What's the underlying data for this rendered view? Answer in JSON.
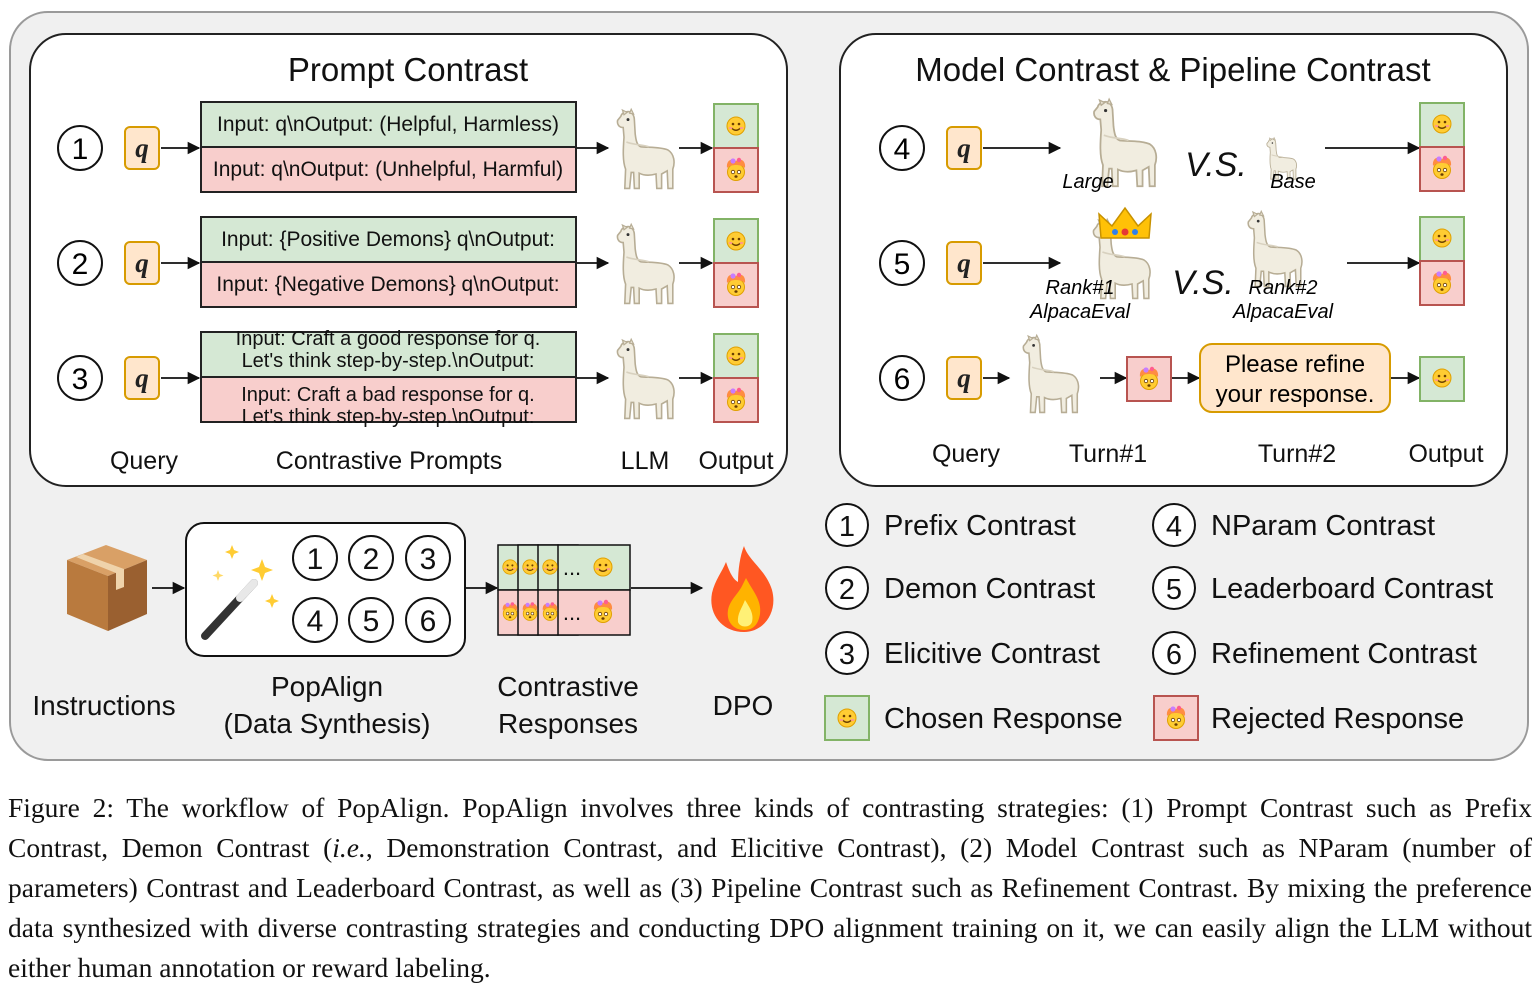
{
  "colors": {
    "figure_bg": "#f0f0f0",
    "panel_bg": "#ffffff",
    "chosen_bg": "#d5e8d4",
    "chosen_border": "#82b366",
    "rejected_bg": "#f8cecc",
    "rejected_border": "#b85450",
    "query_bg": "#ffe6cc",
    "query_border": "#d79b00"
  },
  "icons": {
    "llm": "llama-icon",
    "chosen": "smiling-face-icon",
    "rejected": "exploding-head-icon",
    "instructions": "package-icon",
    "popalign": "magic-wand-icon",
    "dpo": "fire-icon",
    "rank1": "crown-icon"
  },
  "prompt_contrast": {
    "title": "Prompt Contrast",
    "rows": [
      {
        "num": "1",
        "query": "q",
        "pos": [
          "Input: q\\nOutput: (Helpful, Harmless)"
        ],
        "neg": [
          "Input: q\\nOutput: (Unhelpful, Harmful)"
        ]
      },
      {
        "num": "2",
        "query": "q",
        "pos": [
          "Input: {Positive Demons} q\\nOutput:"
        ],
        "neg": [
          "Input: {Negative Demons} q\\nOutput:"
        ]
      },
      {
        "num": "3",
        "query": "q",
        "pos": [
          "Input: Craft a good response for q.",
          "Let's think step-by-step.\\nOutput:"
        ],
        "neg": [
          "Input: Craft a bad response for q.",
          "Let's think step-by-step.\\nOutput:"
        ]
      }
    ],
    "labels": {
      "query": "Query",
      "prompts": "Contrastive Prompts",
      "llm": "LLM",
      "output": "Output"
    }
  },
  "model_contrast": {
    "title": "Model Contrast & Pipeline Contrast",
    "vs": "V.S.",
    "row4": {
      "num": "4",
      "query": "q",
      "left": "Large",
      "right": "Base"
    },
    "row5": {
      "num": "5",
      "query": "q",
      "left": [
        "Rank#1",
        "AlpacaEval"
      ],
      "right": [
        "Rank#2",
        "AlpacaEval"
      ]
    },
    "row6": {
      "num": "6",
      "query": "q",
      "refine": [
        "Please refine",
        "your response."
      ]
    },
    "labels": {
      "query": "Query",
      "turn1": "Turn#1",
      "turn2": "Turn#2",
      "output": "Output"
    }
  },
  "legend": [
    {
      "num": "1",
      "label": "Prefix Contrast"
    },
    {
      "num": "4",
      "label": "NParam Contrast"
    },
    {
      "num": "2",
      "label": "Demon Contrast"
    },
    {
      "num": "5",
      "label": "Leaderboard Contrast"
    },
    {
      "num": "3",
      "label": "Elicitive Contrast"
    },
    {
      "num": "6",
      "label": "Refinement Contrast"
    },
    {
      "chosen": "Chosen Response"
    },
    {
      "rejected": "Rejected Response"
    }
  ],
  "pipeline": {
    "instructions": "Instructions",
    "popalign": [
      "PopAlign",
      "(Data Synthesis)"
    ],
    "nums": [
      "1",
      "2",
      "3",
      "4",
      "5",
      "6"
    ],
    "responses": [
      "Contrastive",
      "Responses"
    ],
    "dots": "...",
    "dpo": "DPO"
  },
  "caption": {
    "lead": "Figure 2: The workflow of PopAlign. PopAlign involves three kinds of contrasting strategies: (1) Prompt Contrast such as Prefix Contrast, Demon Contrast (",
    "ie": "i.e.",
    "tail": ", Demonstration Contrast, and Elicitive Contrast), (2) Model Contrast such as NParam (number of parameters) Contrast and Leaderboard Contrast, as well as (3) Pipeline Contrast such as Refinement Contrast. By mixing the preference data synthesized with diverse contrasting strategies and conducting DPO alignment training on it, we can easily align the LLM without either human annotation or reward labeling."
  }
}
